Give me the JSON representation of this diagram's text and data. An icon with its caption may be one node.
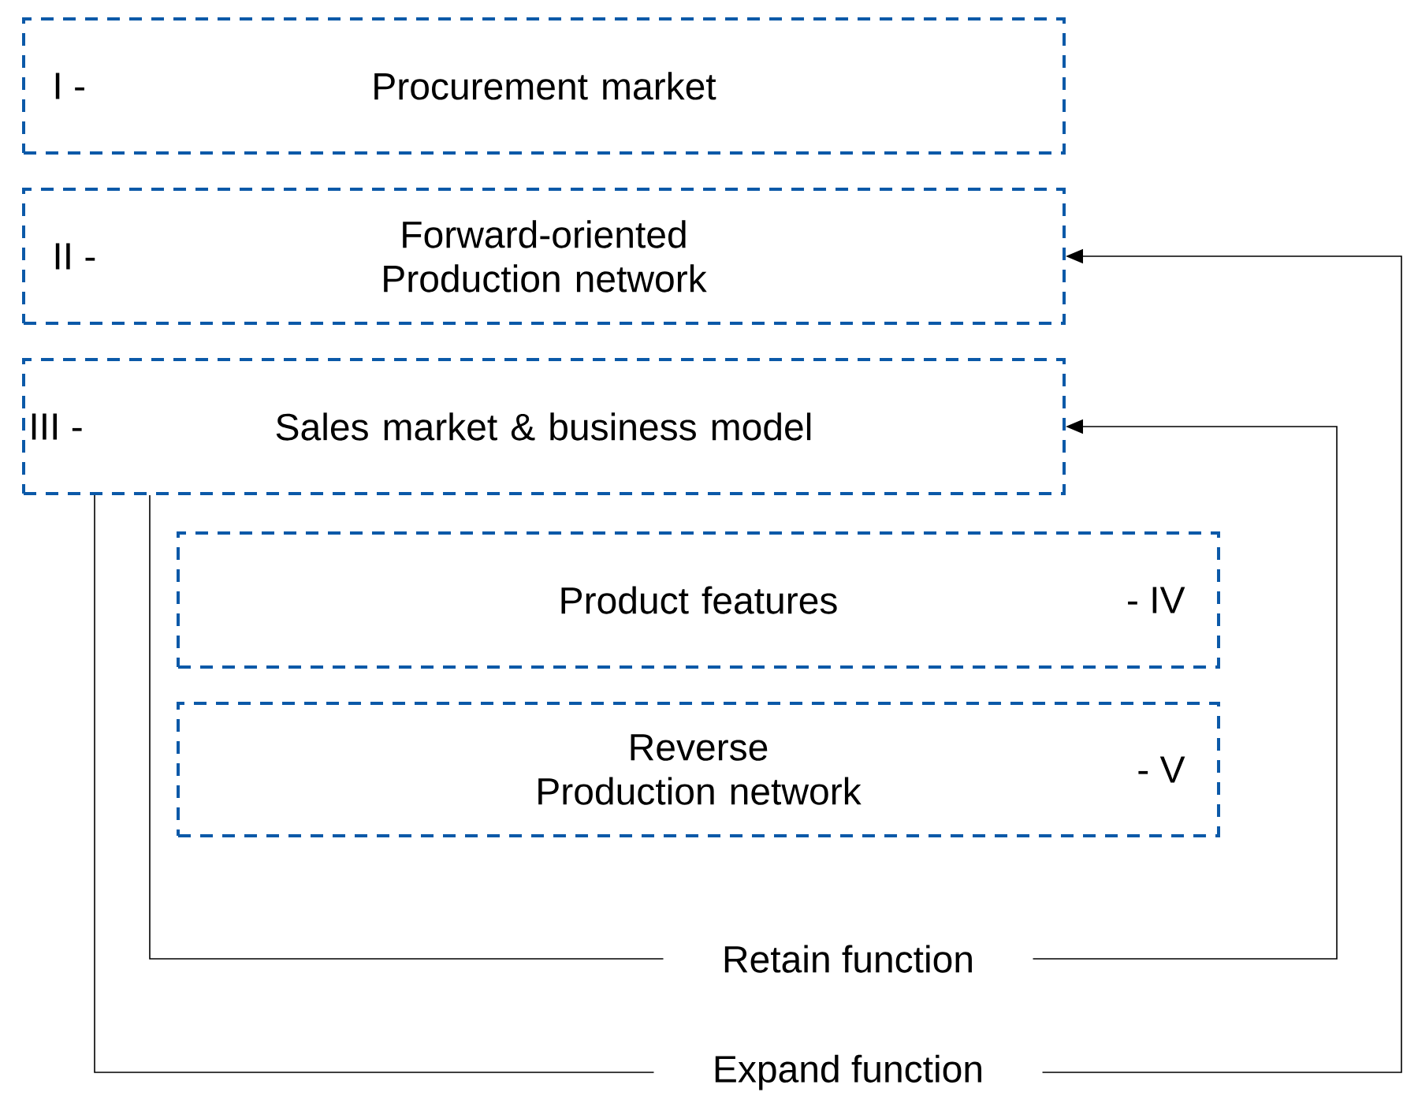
{
  "diagram": {
    "nodes": [
      {
        "text": [
          "I -",
          "Procurement market"
        ]
      },
      {
        "text": [
          "II -",
          "Forward-oriented Production network"
        ]
      },
      {
        "text": [
          "III -",
          "Sales market & business model"
        ]
      },
      {
        "text": [
          "Product features",
          "- IV"
        ]
      },
      {
        "text": [
          "Reverse Production network",
          "- V"
        ]
      },
      {
        "text": [
          "Retain function"
        ]
      },
      {
        "text": [
          "Expand function"
        ]
      }
    ],
    "edges": [
      {
        "from": 2,
        "to": 5,
        "arrow": "none"
      },
      {
        "from": 5,
        "to": 2,
        "arrow": "to"
      },
      {
        "from": 2,
        "to": 6,
        "arrow": "none"
      },
      {
        "from": 6,
        "to": 1,
        "arrow": "to"
      }
    ]
  }
}
